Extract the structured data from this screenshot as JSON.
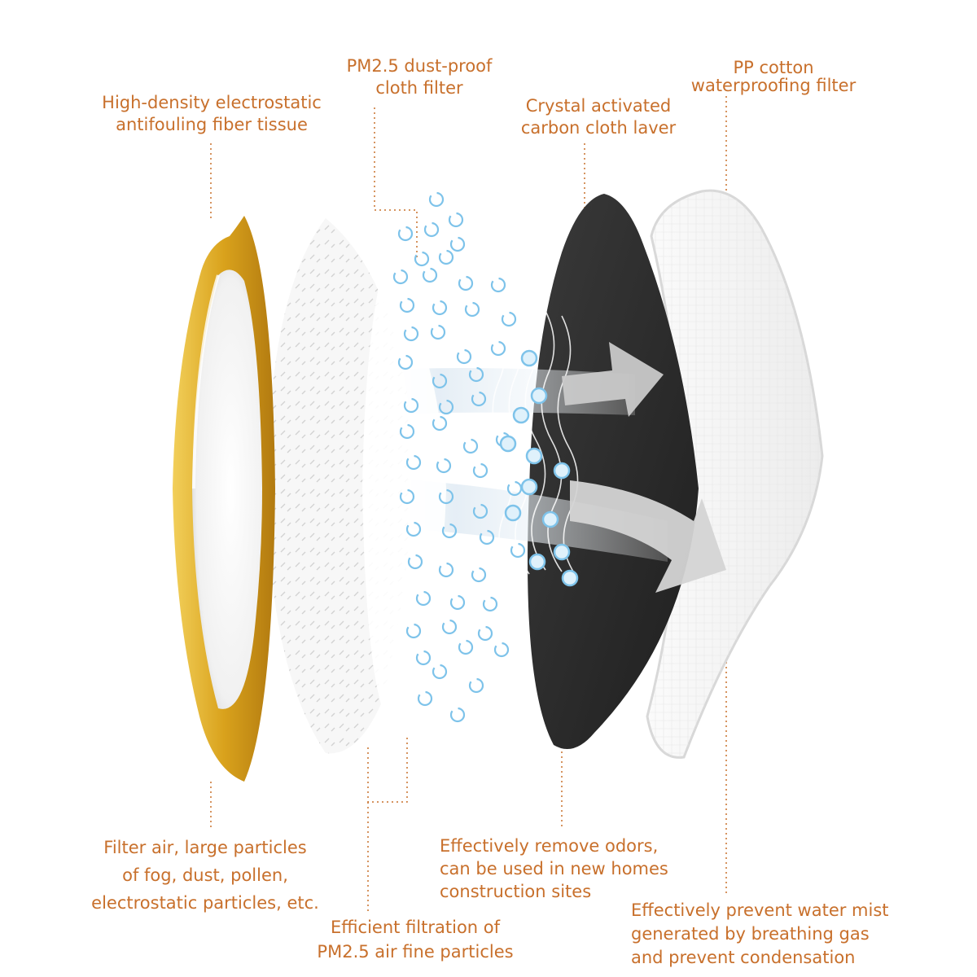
{
  "colors": {
    "label_text": "#c8702c",
    "leader_line": "#c8702c",
    "gold_ring": "#d9a21c",
    "carbon_layer": "#2b2b2b",
    "particle_blue": "#7ec3ea",
    "airflow_arrow": "#c9c9c9"
  },
  "labels": {
    "fiber_tissue": {
      "line1": "High-density electrostatic",
      "line2": "antifouling fiber tissue"
    },
    "pm25_cloth": {
      "line1": "PM2.5 dust-proof",
      "line2": "cloth filter"
    },
    "carbon_cloth": {
      "line1": "Crystal activated",
      "line2": "carbon cloth laver"
    },
    "pp_cotton": {
      "line1": "PP cotton",
      "line2": "waterproofing filter"
    },
    "filter_air": {
      "line1": "Filter air, large particles",
      "line2": "of fog, dust, pollen,",
      "line3": "electrostatic particles, etc."
    },
    "efficient": {
      "line1": "Efficient filtration of",
      "line2": "PM2.5 air fine particles"
    },
    "odors": {
      "line1": "Effectively remove odors,",
      "line2": "can be used in new homes",
      "line3": "construction sites"
    },
    "water_mist": {
      "line1": "Effectively prevent water mist",
      "line2": "generated by breathing gas",
      "line3": "and prevent condensation"
    }
  },
  "icons": {
    "particle": "circle-particle-icon",
    "arrow": "airflow-arrow-icon"
  }
}
